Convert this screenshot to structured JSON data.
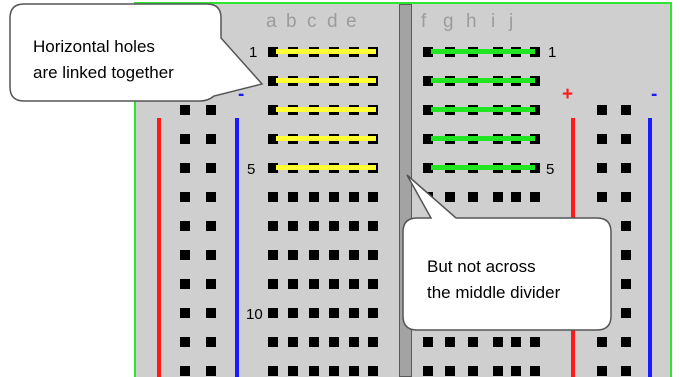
{
  "columns": {
    "left": [
      "a",
      "b",
      "c",
      "d",
      "e"
    ],
    "right": [
      "f",
      "g",
      "h",
      "i",
      "j"
    ]
  },
  "row_labels": {
    "row1_left": "1",
    "row1_right": "1",
    "row5_left": "5",
    "row5_right": "5",
    "row10_left": "10"
  },
  "rails": {
    "left_minus": "-",
    "right_plus": "+",
    "right_minus": "-"
  },
  "callouts": {
    "top_line1": "Horizontal holes",
    "top_line2": "are linked together",
    "bottom_line1": "But not across",
    "bottom_line2": "the middle divider"
  },
  "colors": {
    "board": "#cfcfcf",
    "board_border": "#2ee62e",
    "hole": "#000000",
    "left_link": "#ffff33",
    "right_link": "#22e622",
    "positive_rail": "#ff1a1a",
    "negative_rail": "#1a1aff",
    "divider": "#a3a3a3"
  },
  "linked_rows_shown": 5
}
